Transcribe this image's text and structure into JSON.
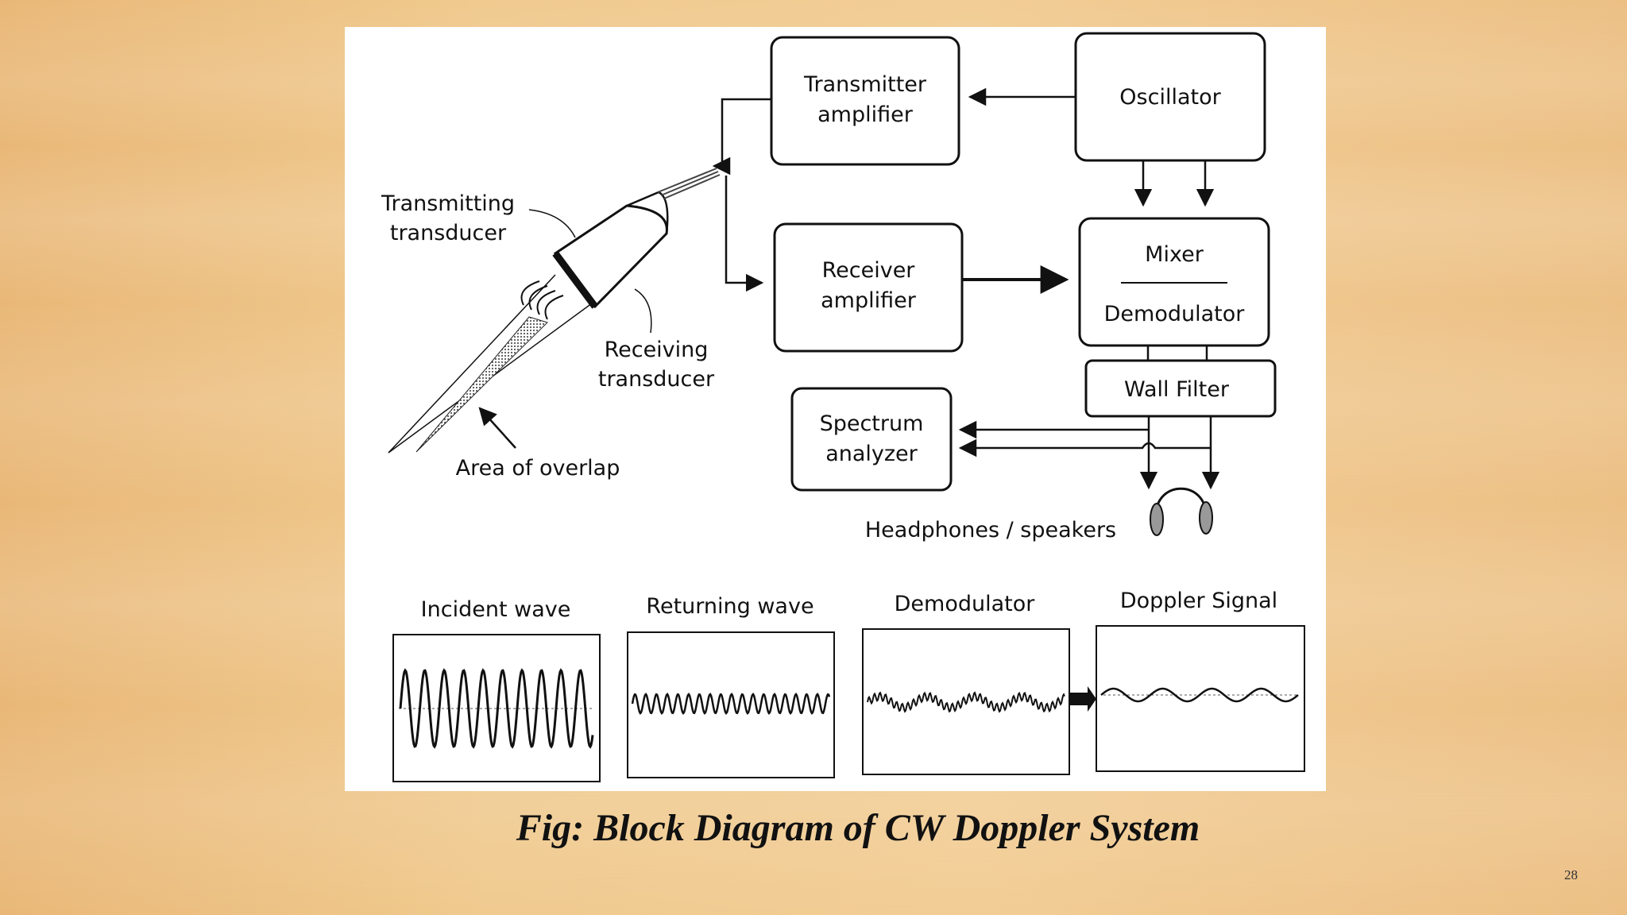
{
  "figure": {
    "blocks": {
      "transmitter_amplifier": [
        "Transmitter",
        "amplifier"
      ],
      "oscillator": "Oscillator",
      "receiver_amplifier": [
        "Receiver",
        "amplifier"
      ],
      "mixer": "Mixer",
      "demodulator": "Demodulator",
      "wall_filter": "Wall Filter",
      "spectrum_analyzer": [
        "Spectrum",
        "analyzer"
      ]
    },
    "labels": {
      "transmitting_transducer": [
        "Transmitting",
        "transducer"
      ],
      "receiving_transducer": [
        "Receiving",
        "transducer"
      ],
      "area_of_overlap": "Area of overlap",
      "headphones": "Headphones / speakers"
    },
    "waveforms": [
      {
        "label": "Incident wave",
        "kind": "incident"
      },
      {
        "label": "Returning wave",
        "kind": "returning"
      },
      {
        "label": "Demodulator",
        "kind": "demodulator"
      },
      {
        "label": "Doppler Signal",
        "kind": "doppler"
      }
    ]
  },
  "caption": "Fig: Block Diagram of CW Doppler System",
  "page_number": "28"
}
